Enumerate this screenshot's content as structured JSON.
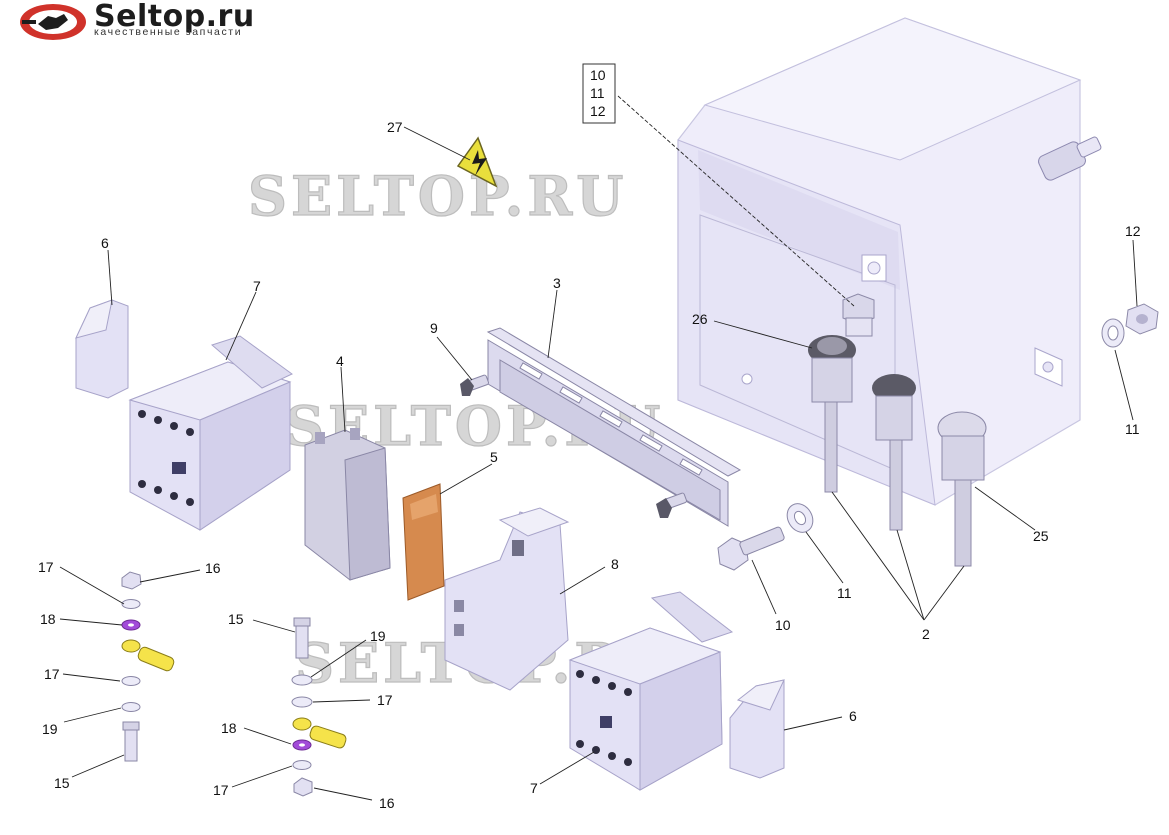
{
  "logo": {
    "title": "Seltop.ru",
    "subtitle": "качественные запчасти"
  },
  "watermark": "SELTOP.RU",
  "callouts": {
    "box": [
      "10",
      "11",
      "12"
    ],
    "c27": "27",
    "c6a": "6",
    "c7a": "7",
    "c3": "3",
    "c9": "9",
    "c26": "26",
    "c12r": "12",
    "c11r": "11",
    "c4": "4",
    "c5": "5",
    "c25": "25",
    "c17a": "17",
    "c16a": "16",
    "c18a": "18",
    "c17b": "17",
    "c19a": "19",
    "c15a": "15",
    "c15b": "15",
    "c19b": "19",
    "c17c": "17",
    "c18b": "18",
    "c17d": "17",
    "c16b": "16",
    "c8": "8",
    "c10": "10",
    "c11b": "11",
    "c2": "2",
    "c6b": "6",
    "c7b": "7"
  },
  "colors": {
    "part": "#e3e1f5",
    "part_shade": "#c9c6e6",
    "enclosure": "#ebe9f8",
    "orange": "#d68a4e",
    "yellow": "#f5e34a",
    "purple": "#a24bd9",
    "warning": "#e9df3c"
  }
}
